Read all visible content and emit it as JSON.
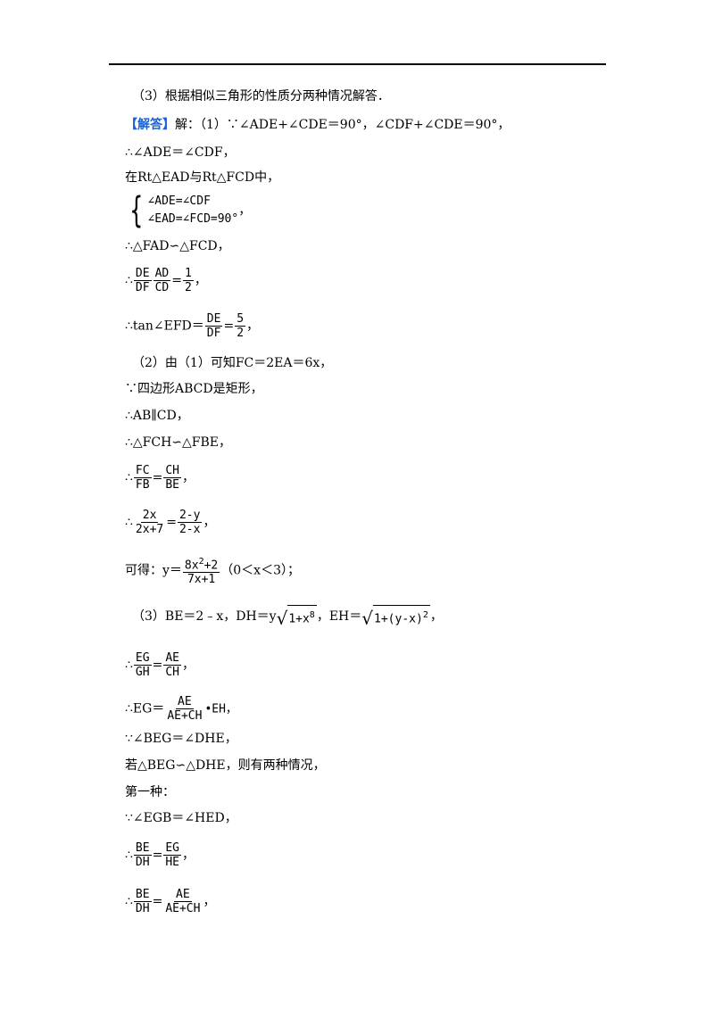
{
  "l1": "（3）根据相似三角形的性质分两种情况解答．",
  "l2": {
    "tag": "【解答】",
    "rest": "解：（1）∵∠ADE+∠CDE＝90°，∠CDF+∠CDE＝90°，"
  },
  "l3": "∴∠ADE＝∠CDF，",
  "l4": "在Rt△EAD与Rt△FCD中，",
  "l5": {
    "row1": "∠ADE=∠CDF",
    "row2": "∠EAD=∠FCD=90°",
    "tail": "，"
  },
  "l6": "∴△FAD∽△FCD，",
  "l7": {
    "pre": "∴",
    "f1n": "DE",
    "f1d": "DF",
    "eq1": "=",
    "f2n": "AD",
    "f2d": "CD",
    "eq2": "=",
    "f3n": "1",
    "f3d": "2",
    "tail": "，"
  },
  "l8": {
    "pre": "∴tan∠EFD＝",
    "f1n": "DE",
    "f1d": "DF",
    "eq": "=",
    "f2n": "5",
    "f2d": "2",
    "tail": "，"
  },
  "l9": "（2）由（1）可知FC＝2EA＝6x，",
  "l10": "∵四边形ABCD是矩形，",
  "l11": "∴AB∥CD，",
  "l12": "∴△FCH∽△FBE，",
  "l13": {
    "pre": "∴",
    "f1n": "FC",
    "f1d": "FB",
    "eq": "=",
    "f2n": "CH",
    "f2d": "BE",
    "tail": "，"
  },
  "l14": {
    "pre": "∴",
    "f1n": "2x",
    "f1d": "2x+7",
    "eq": "=",
    "f2n": "2-y",
    "f2d": "2-x",
    "tail": "，"
  },
  "l15": {
    "pre": "可得：y＝",
    "fn_a": "8x",
    "fn_sup": "2",
    "fn_b": "+2",
    "fd": "7x+1",
    "tail": "（0＜x＜3）；"
  },
  "l16": {
    "pre": "（3）BE＝2﹣x，DH＝y",
    "r1_a": "1+x",
    "r1_sup": "8",
    "mid": "，EH＝",
    "r2_a": "1+(y-x)",
    "r2_sup": "2",
    "tail": "，"
  },
  "l17": {
    "pre": "∴",
    "f1n": "EG",
    "f1d": "GH",
    "eq": "=",
    "f2n": "AE",
    "f2d": "CH",
    "tail": "，"
  },
  "l18": {
    "pre": "∴EG＝",
    "fn": "AE",
    "fd": "AE+CH",
    "tail": "•EH，"
  },
  "l19": "∵∠BEG＝∠DHE，",
  "l20": "若△BEG∽△DHE，则有两种情况，",
  "l21": "第一种：",
  "l22": "∵∠EGB＝∠HED，",
  "l23": {
    "pre": "∴",
    "f1n": "BE",
    "f1d": "DH",
    "eq": "=",
    "f2n": "EG",
    "f2d": "HE",
    "tail": "，"
  },
  "l24": {
    "pre": "∴",
    "f1n": "BE",
    "f1d": "DH",
    "eq": "=",
    "f2n": "AE",
    "f2d": "AE+CH",
    "tail": "，"
  }
}
